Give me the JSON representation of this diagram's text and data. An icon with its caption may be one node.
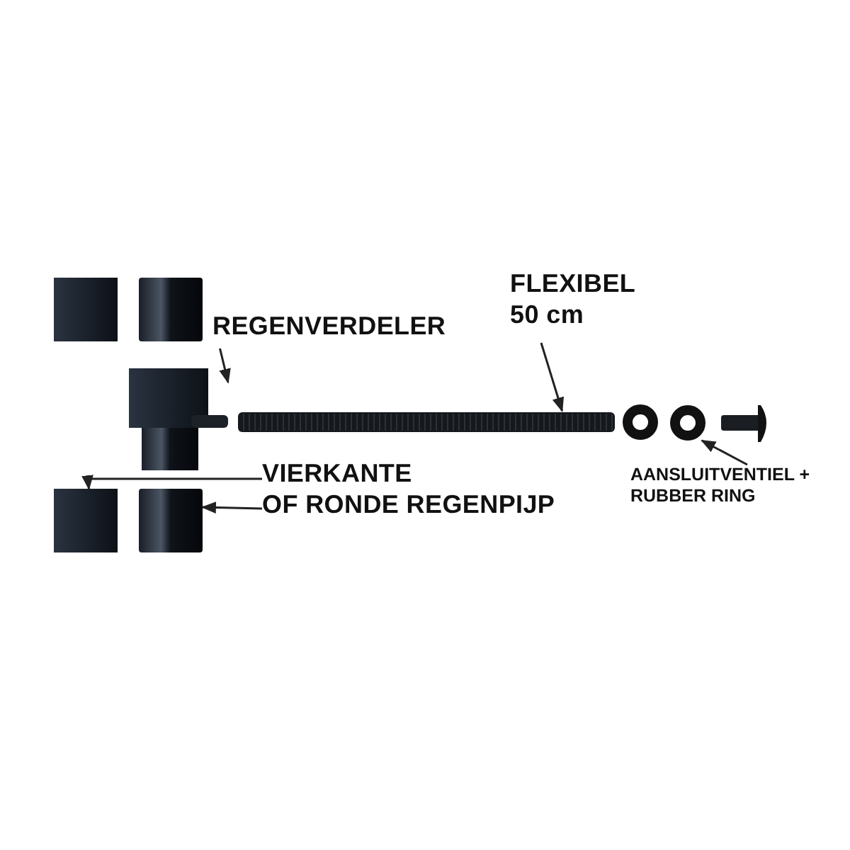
{
  "diagram": {
    "nodes": [
      {
        "text": [
          "REGENVERDELER"
        ]
      },
      {
        "text": [],
        "shape": "picture"
      },
      {
        "text": [
          "FLEXIBEL",
          "50 cm"
        ]
      },
      {
        "text": [],
        "shape": "picture"
      },
      {
        "text": [
          "VIERKANTE",
          "OF RONDE REGENPIJP"
        ]
      },
      {
        "text": [],
        "shape": "picture"
      },
      {
        "text": [],
        "shape": "picture"
      },
      {
        "text": [
          "AANSLUITVENTIEL +",
          "RUBBER RING"
        ]
      },
      {
        "text": [],
        "shape": "circle"
      }
    ],
    "edges": [
      {
        "from": 0,
        "to": 1,
        "arrow": "to"
      },
      {
        "from": 2,
        "to": 3,
        "arrow": "to"
      },
      {
        "from": 4,
        "to": 5,
        "arrow": "to"
      },
      {
        "from": 4,
        "to": 6,
        "arrow": "to"
      },
      {
        "from": 7,
        "to": 8,
        "arrow": "to"
      }
    ]
  }
}
